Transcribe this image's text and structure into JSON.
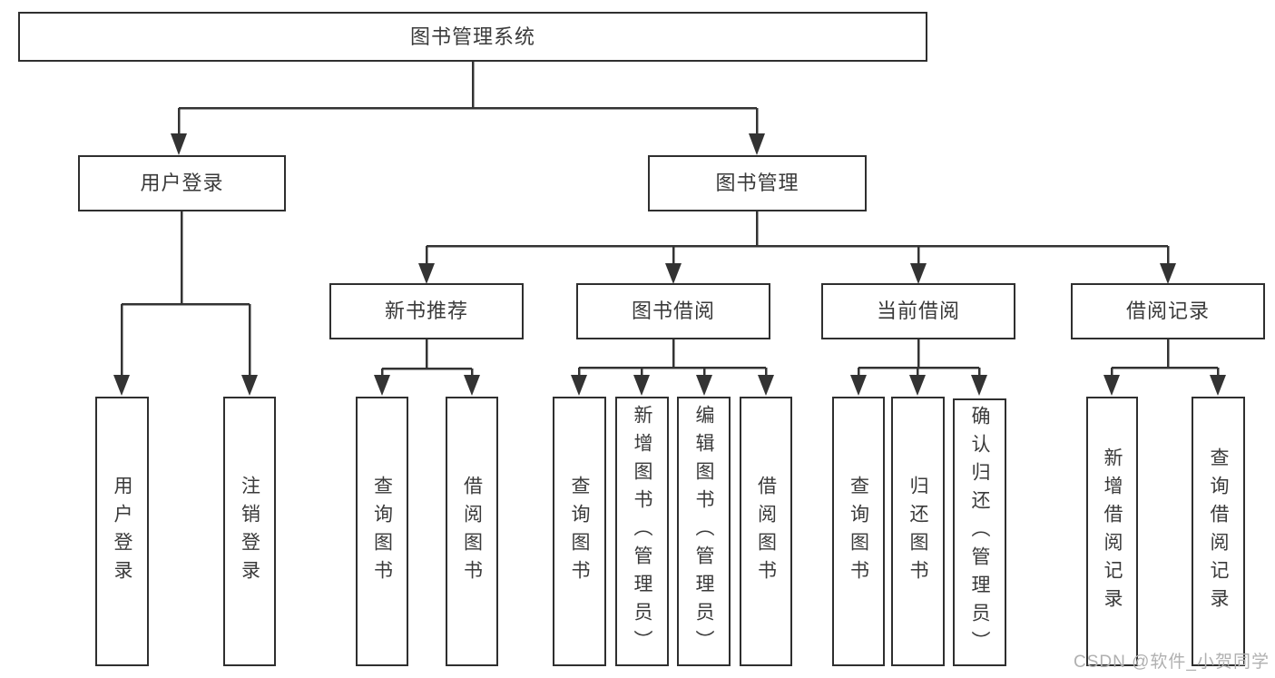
{
  "nodes": {
    "root": {
      "label": "图书管理系统"
    },
    "user_login": {
      "label": "用户登录"
    },
    "book_mgmt": {
      "label": "图书管理"
    },
    "new_book_rec": {
      "label": "新书推荐"
    },
    "book_borrow": {
      "label": "图书借阅"
    },
    "current_borrow": {
      "label": "当前借阅"
    },
    "borrow_records": {
      "label": "借阅记录"
    },
    "leaf_user_login": {
      "label": "用户登录"
    },
    "leaf_logout": {
      "label": "注销登录"
    },
    "leaf_query_books_rec": {
      "label": "查询图书"
    },
    "leaf_borrow_books_rec": {
      "label": "借阅图书"
    },
    "leaf_query_books_borrow": {
      "label": "查询图书"
    },
    "leaf_add_books_admin": {
      "label": "新增图书（管理员）"
    },
    "leaf_edit_books_admin": {
      "label": "编辑图书（管理员）"
    },
    "leaf_borrow_books_borrow": {
      "label": "借阅图书"
    },
    "leaf_query_books_current": {
      "label": "查询图书"
    },
    "leaf_return_books": {
      "label": "归还图书"
    },
    "leaf_confirm_return_admin": {
      "label": "确认归还（管理员）"
    },
    "leaf_add_borrow_record": {
      "label": "新增借阅记录"
    },
    "leaf_query_borrow_record": {
      "label": "查询借阅记录"
    }
  },
  "watermark": {
    "text": "CSDN @软件_小贺同学"
  },
  "colors": {
    "line": "#333333",
    "box_border": "#2f2f2f",
    "text": "#3a3a3a",
    "watermark": "#b0b0b0",
    "background": "#ffffff"
  }
}
